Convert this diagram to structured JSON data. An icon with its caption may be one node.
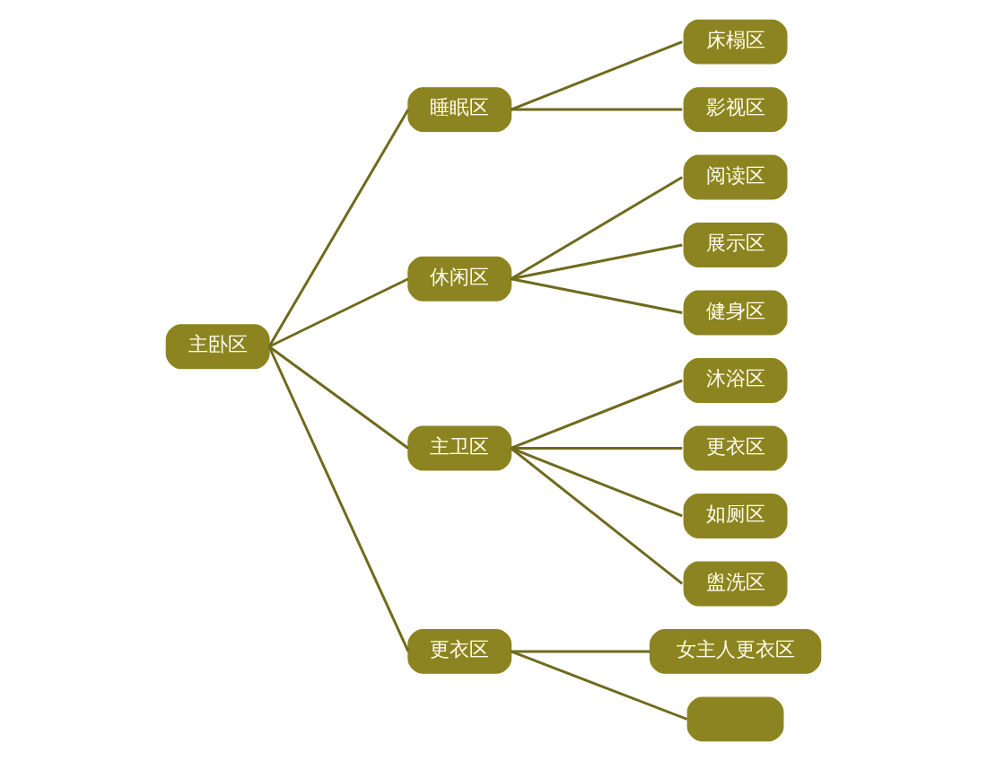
{
  "diagram": {
    "nodes": [
      {
        "text": [
          "主卧区"
        ]
      },
      {
        "text": [
          "睡眠区"
        ]
      },
      {
        "text": [
          "床榻区"
        ]
      },
      {
        "text": [
          "影视区"
        ]
      },
      {
        "text": [
          "休闲区"
        ]
      },
      {
        "text": [
          "阅读区"
        ]
      },
      {
        "text": [
          "展示区"
        ]
      },
      {
        "text": [
          "健身区"
        ]
      },
      {
        "text": [
          "主卫区"
        ]
      },
      {
        "text": [
          "沐浴区"
        ]
      },
      {
        "text": [
          "更衣区"
        ]
      },
      {
        "text": [
          "如厕区"
        ]
      },
      {
        "text": [
          "盥洗区"
        ]
      },
      {
        "text": [
          "更衣区"
        ]
      },
      {
        "text": [
          "女主人更衣区"
        ]
      },
      {
        "text": [],
        "shape": "box"
      }
    ],
    "edges": [
      {
        "from": 0,
        "to": 1,
        "arrow": "none"
      },
      {
        "from": 1,
        "to": 2,
        "arrow": "none"
      },
      {
        "from": 1,
        "to": 3,
        "arrow": "none"
      },
      {
        "from": 0,
        "to": 4,
        "arrow": "none"
      },
      {
        "from": 4,
        "to": 5,
        "arrow": "none"
      },
      {
        "from": 4,
        "to": 6,
        "arrow": "none"
      },
      {
        "from": 4,
        "to": 7,
        "arrow": "none"
      },
      {
        "from": 0,
        "to": 8,
        "arrow": "none"
      },
      {
        "from": 8,
        "to": 9,
        "arrow": "none"
      },
      {
        "from": 8,
        "to": 10,
        "arrow": "none"
      },
      {
        "from": 8,
        "to": 11,
        "arrow": "none"
      },
      {
        "from": 8,
        "to": 12,
        "arrow": "none"
      },
      {
        "from": 0,
        "to": 13,
        "arrow": "none"
      },
      {
        "from": 13,
        "to": 14,
        "arrow": "none"
      },
      {
        "from": 13,
        "to": 15,
        "arrow": "none"
      }
    ]
  }
}
